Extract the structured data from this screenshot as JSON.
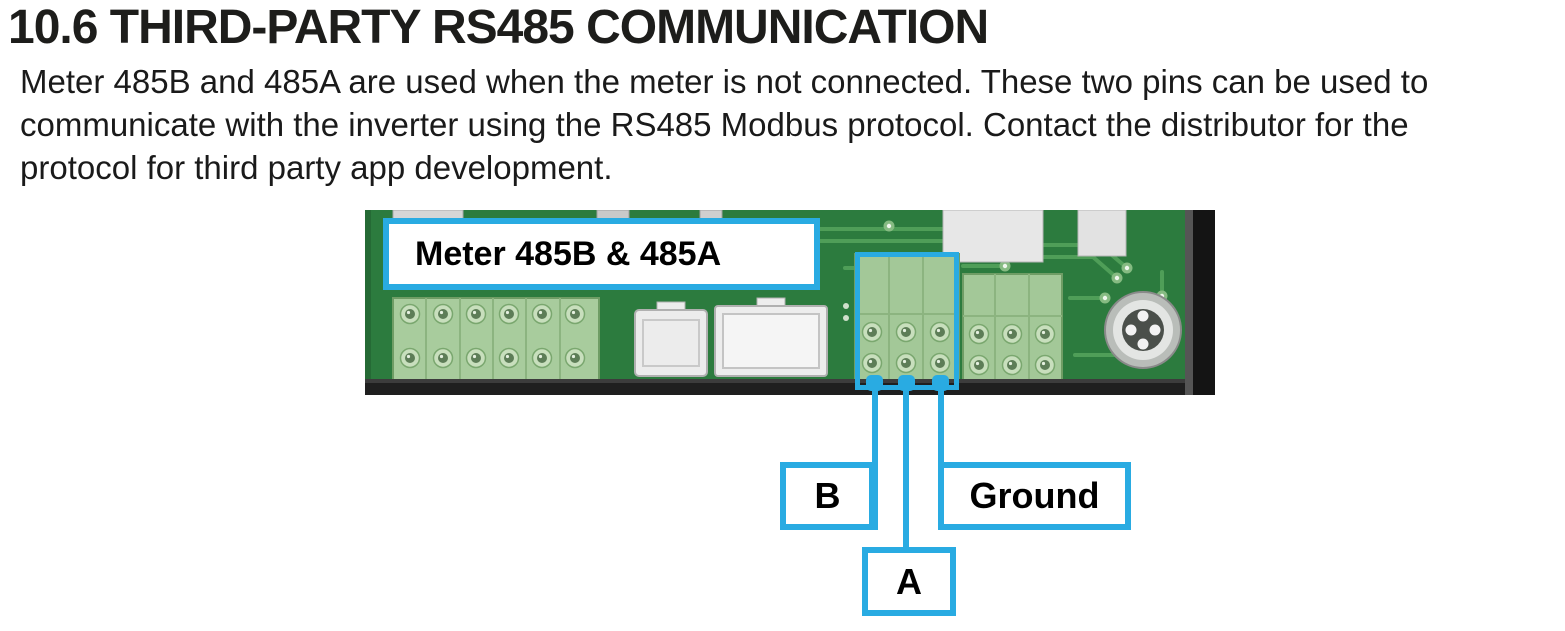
{
  "page": {
    "heading": "10.6 THIRD-PARTY RS485 COMMUNICATION",
    "body_lines": [
      "Meter 485B and 485A are used when the meter is not connected. These two pins can be used to",
      "communicate with the inverter using the RS485 Modbus protocol. Contact the distributor for the",
      "protocol for third party app development."
    ]
  },
  "figure": {
    "callout_label": "Meter 485B & 485A",
    "pin_labels": {
      "b": "B",
      "a": "A",
      "ground": "Ground"
    },
    "colors": {
      "annotation_blue": "#29ABE2",
      "board_green": "#2C7B3E",
      "terminal_green": "#A8CC9D",
      "trace_green": "#4F9E58"
    }
  }
}
